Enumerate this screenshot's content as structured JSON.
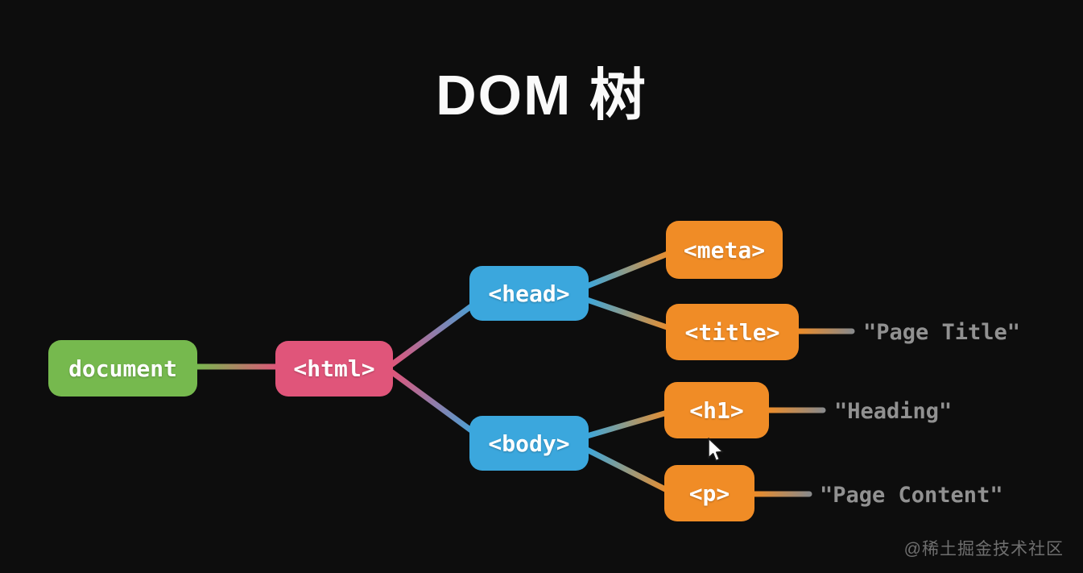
{
  "title": "DOM 树",
  "watermark": "@稀土掘金技术社区",
  "colors": {
    "background": "#0d0d0d",
    "document_green": "#76b94e",
    "html_pink": "#e0557a",
    "head_body_blue": "#3ba7dd",
    "element_orange": "#f08c26",
    "value_label_gray": "#919191",
    "title_white": "#fafafa"
  },
  "nodes": [
    {
      "id": "document",
      "label": "document",
      "color": "#76b94e"
    },
    {
      "id": "html",
      "label": "<html>",
      "color": "#e0557a"
    },
    {
      "id": "head",
      "label": "<head>",
      "color": "#3ba7dd"
    },
    {
      "id": "body",
      "label": "<body>",
      "color": "#3ba7dd"
    },
    {
      "id": "meta",
      "label": "<meta>",
      "color": "#f08c26"
    },
    {
      "id": "title",
      "label": "<title>",
      "color": "#f08c26"
    },
    {
      "id": "h1",
      "label": "<h1>",
      "color": "#f08c26"
    },
    {
      "id": "p",
      "label": "<p>",
      "color": "#f08c26"
    }
  ],
  "edges": [
    {
      "from": "document",
      "to": "html"
    },
    {
      "from": "html",
      "to": "head"
    },
    {
      "from": "html",
      "to": "body"
    },
    {
      "from": "head",
      "to": "meta"
    },
    {
      "from": "head",
      "to": "title"
    },
    {
      "from": "body",
      "to": "h1"
    },
    {
      "from": "body",
      "to": "p"
    }
  ],
  "value_labels": [
    {
      "for": "title",
      "text": "\"Page Title\""
    },
    {
      "for": "h1",
      "text": "\"Heading\""
    },
    {
      "for": "p",
      "text": "\"Page Content\""
    }
  ]
}
